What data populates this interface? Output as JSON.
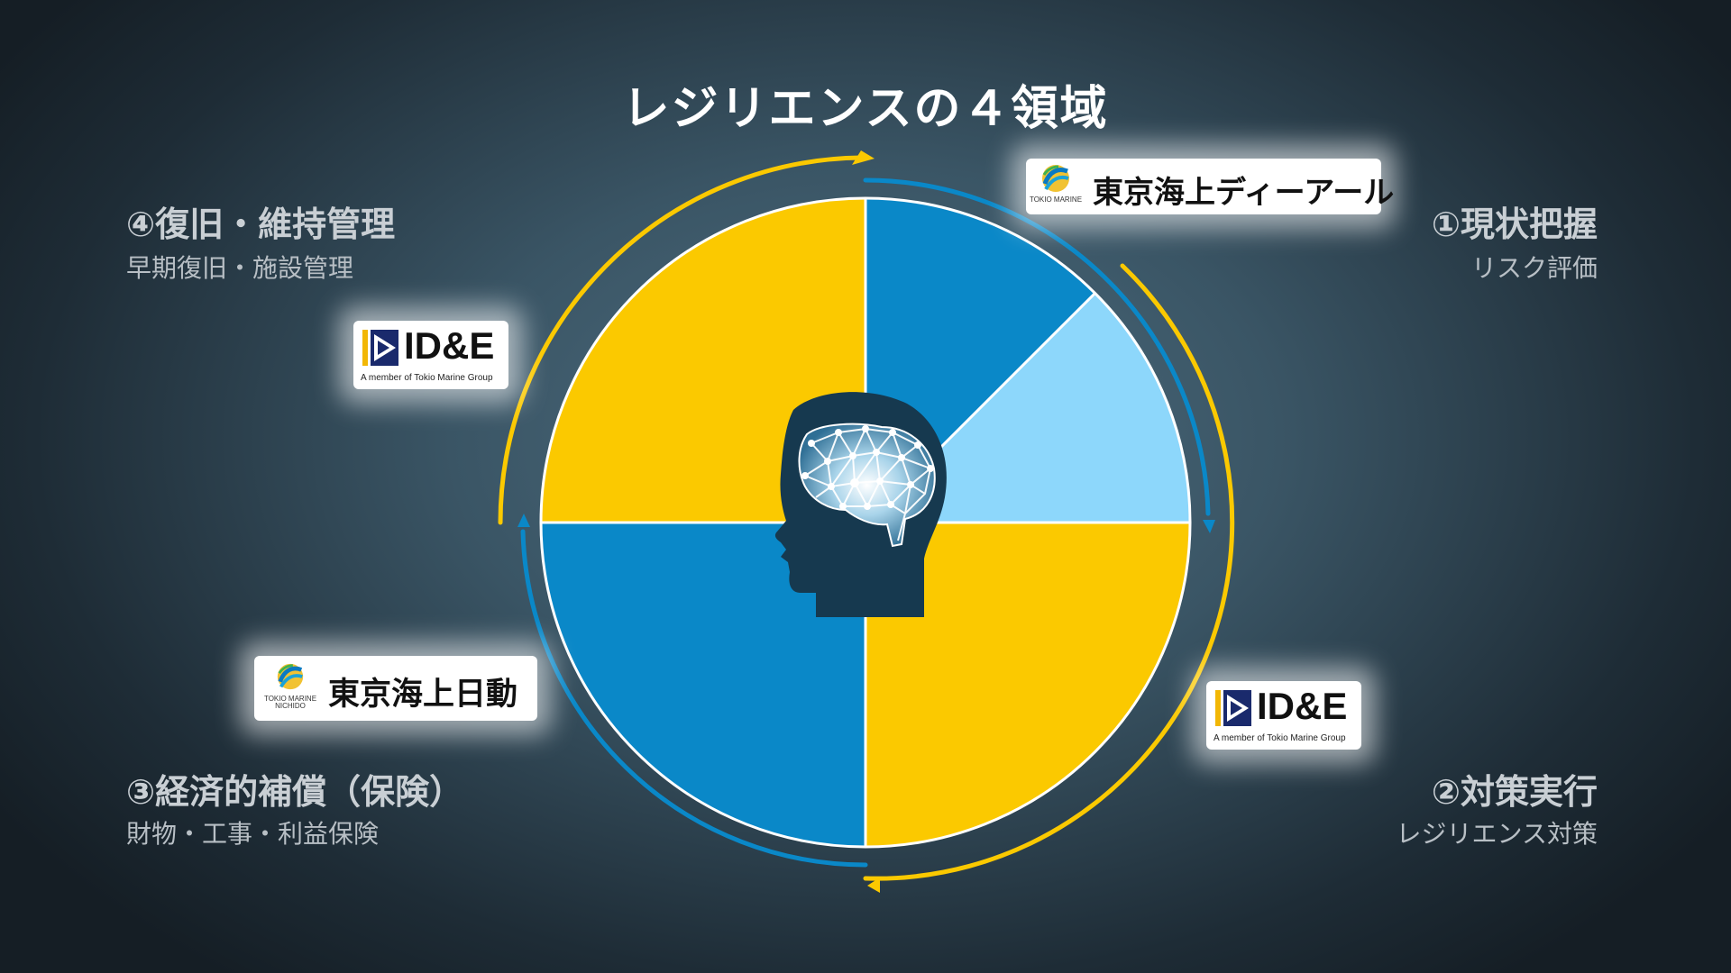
{
  "title": "レジリエンスの４領域",
  "sections": [
    {
      "id": "s1",
      "title": "①現状把握",
      "subtitle": "リスク評価"
    },
    {
      "id": "s2",
      "title": "②対策実行",
      "subtitle": "レジリエンス対策"
    },
    {
      "id": "s3",
      "title": "③経済的補償（保険）",
      "subtitle": "財物・工事・利益保険"
    },
    {
      "id": "s4",
      "title": "④復旧・維持管理",
      "subtitle": "早期復旧・施設管理"
    }
  ],
  "logos": {
    "tokio_dr": {
      "name": "東京海上ディーアール",
      "small": "TOKIO MARINE"
    },
    "ide_right": {
      "name": "ID&E",
      "tagline": "A member of Tokio Marine Group"
    },
    "ide_left": {
      "name": "ID&E",
      "tagline": "A member of Tokio Marine Group"
    },
    "tokio_nichido": {
      "name": "東京海上日動",
      "small_line1": "TOKIO MARINE",
      "small_line2": "NICHIDO"
    }
  },
  "colors": {
    "yellow": "#fbc900",
    "blue": "#0a88c8",
    "light_blue": "#8dd7fb",
    "head": "#16394f",
    "navy": "#1a2a6c"
  },
  "icons": [
    "ai-brain-head-icon",
    "cycle-arrow-icon",
    "ide-logo-mark",
    "tokio-marine-logo-mark"
  ]
}
